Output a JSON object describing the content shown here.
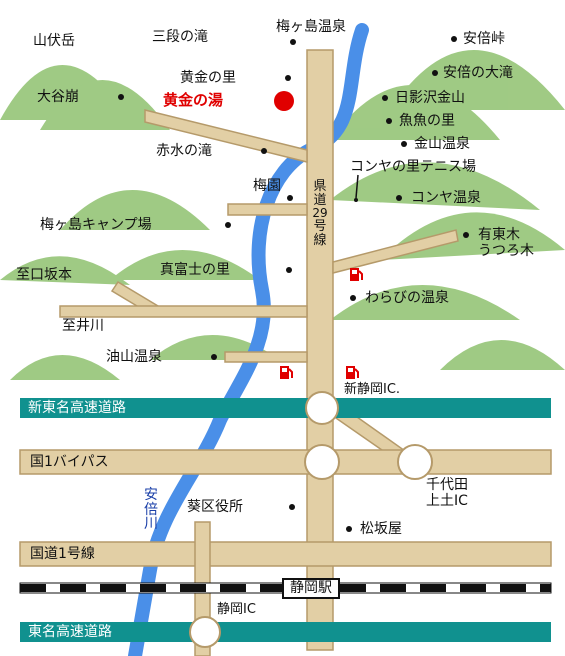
{
  "colors": {
    "mountain": "#8fc16f",
    "road": "#e2cfa5",
    "road_edge": "#b59a6a",
    "highway": "#10918f",
    "river": "#4a8fe8",
    "destination": "#e00000",
    "gas_icon": "#e00000"
  },
  "places": {
    "yamabushidake": "山伏岳",
    "sandan_taki": "三段の滝",
    "umegashima_onsen": "梅ヶ島温泉",
    "abe_touge": "安倍峠",
    "abe_otaki": "安倍の大滝",
    "kogane_sato": "黄金の里",
    "kogane_yu": "黄金の湯",
    "ootanikuzure": "大谷崩",
    "hikagezawa": "日影沢金山",
    "uouo_sato": "魚魚の里",
    "kanayama_onsen": "金山温泉",
    "akamizu_taki": "赤水の滝",
    "konya_tennis": "コンヤの里テニス場",
    "umezono": "梅園",
    "konya_onsen": "コンヤ温泉",
    "umegashima_camp": "梅ヶ島キャンプ場",
    "utsurogi_1": "有東木",
    "utsurogi_2": "うつろ木",
    "mafuji_sato": "真富士の里",
    "warabi_onsen": "わらびの温泉",
    "aburayama_onsen": "油山温泉",
    "shin_shizuoka_ic": "新静岡IC.",
    "chiyoda_ic_1": "千代田",
    "chiyoda_ic_2": "上土IC",
    "aoi_kuyakusho": "葵区役所",
    "matsuzakaya": "松坂屋",
    "shizuoka_ic": "静岡IC"
  },
  "directions": {
    "sakaguchi": "至口坂本",
    "ikawa": "至井川"
  },
  "roads": {
    "kendo29": [
      "県",
      "道",
      "29",
      "号",
      "線"
    ],
    "shin_tomei": "新東名高速道路",
    "bypass": "国1バイパス",
    "kokudo1": "国道1号線",
    "tomei": "東名高速道路"
  },
  "river": {
    "name": [
      "安",
      "倍",
      "川"
    ]
  },
  "station": {
    "name": "静岡駅"
  },
  "icons": {
    "gas_station": "gas-station-icon",
    "poi": "dot-icon",
    "interchange": "interchange-circle-icon"
  }
}
